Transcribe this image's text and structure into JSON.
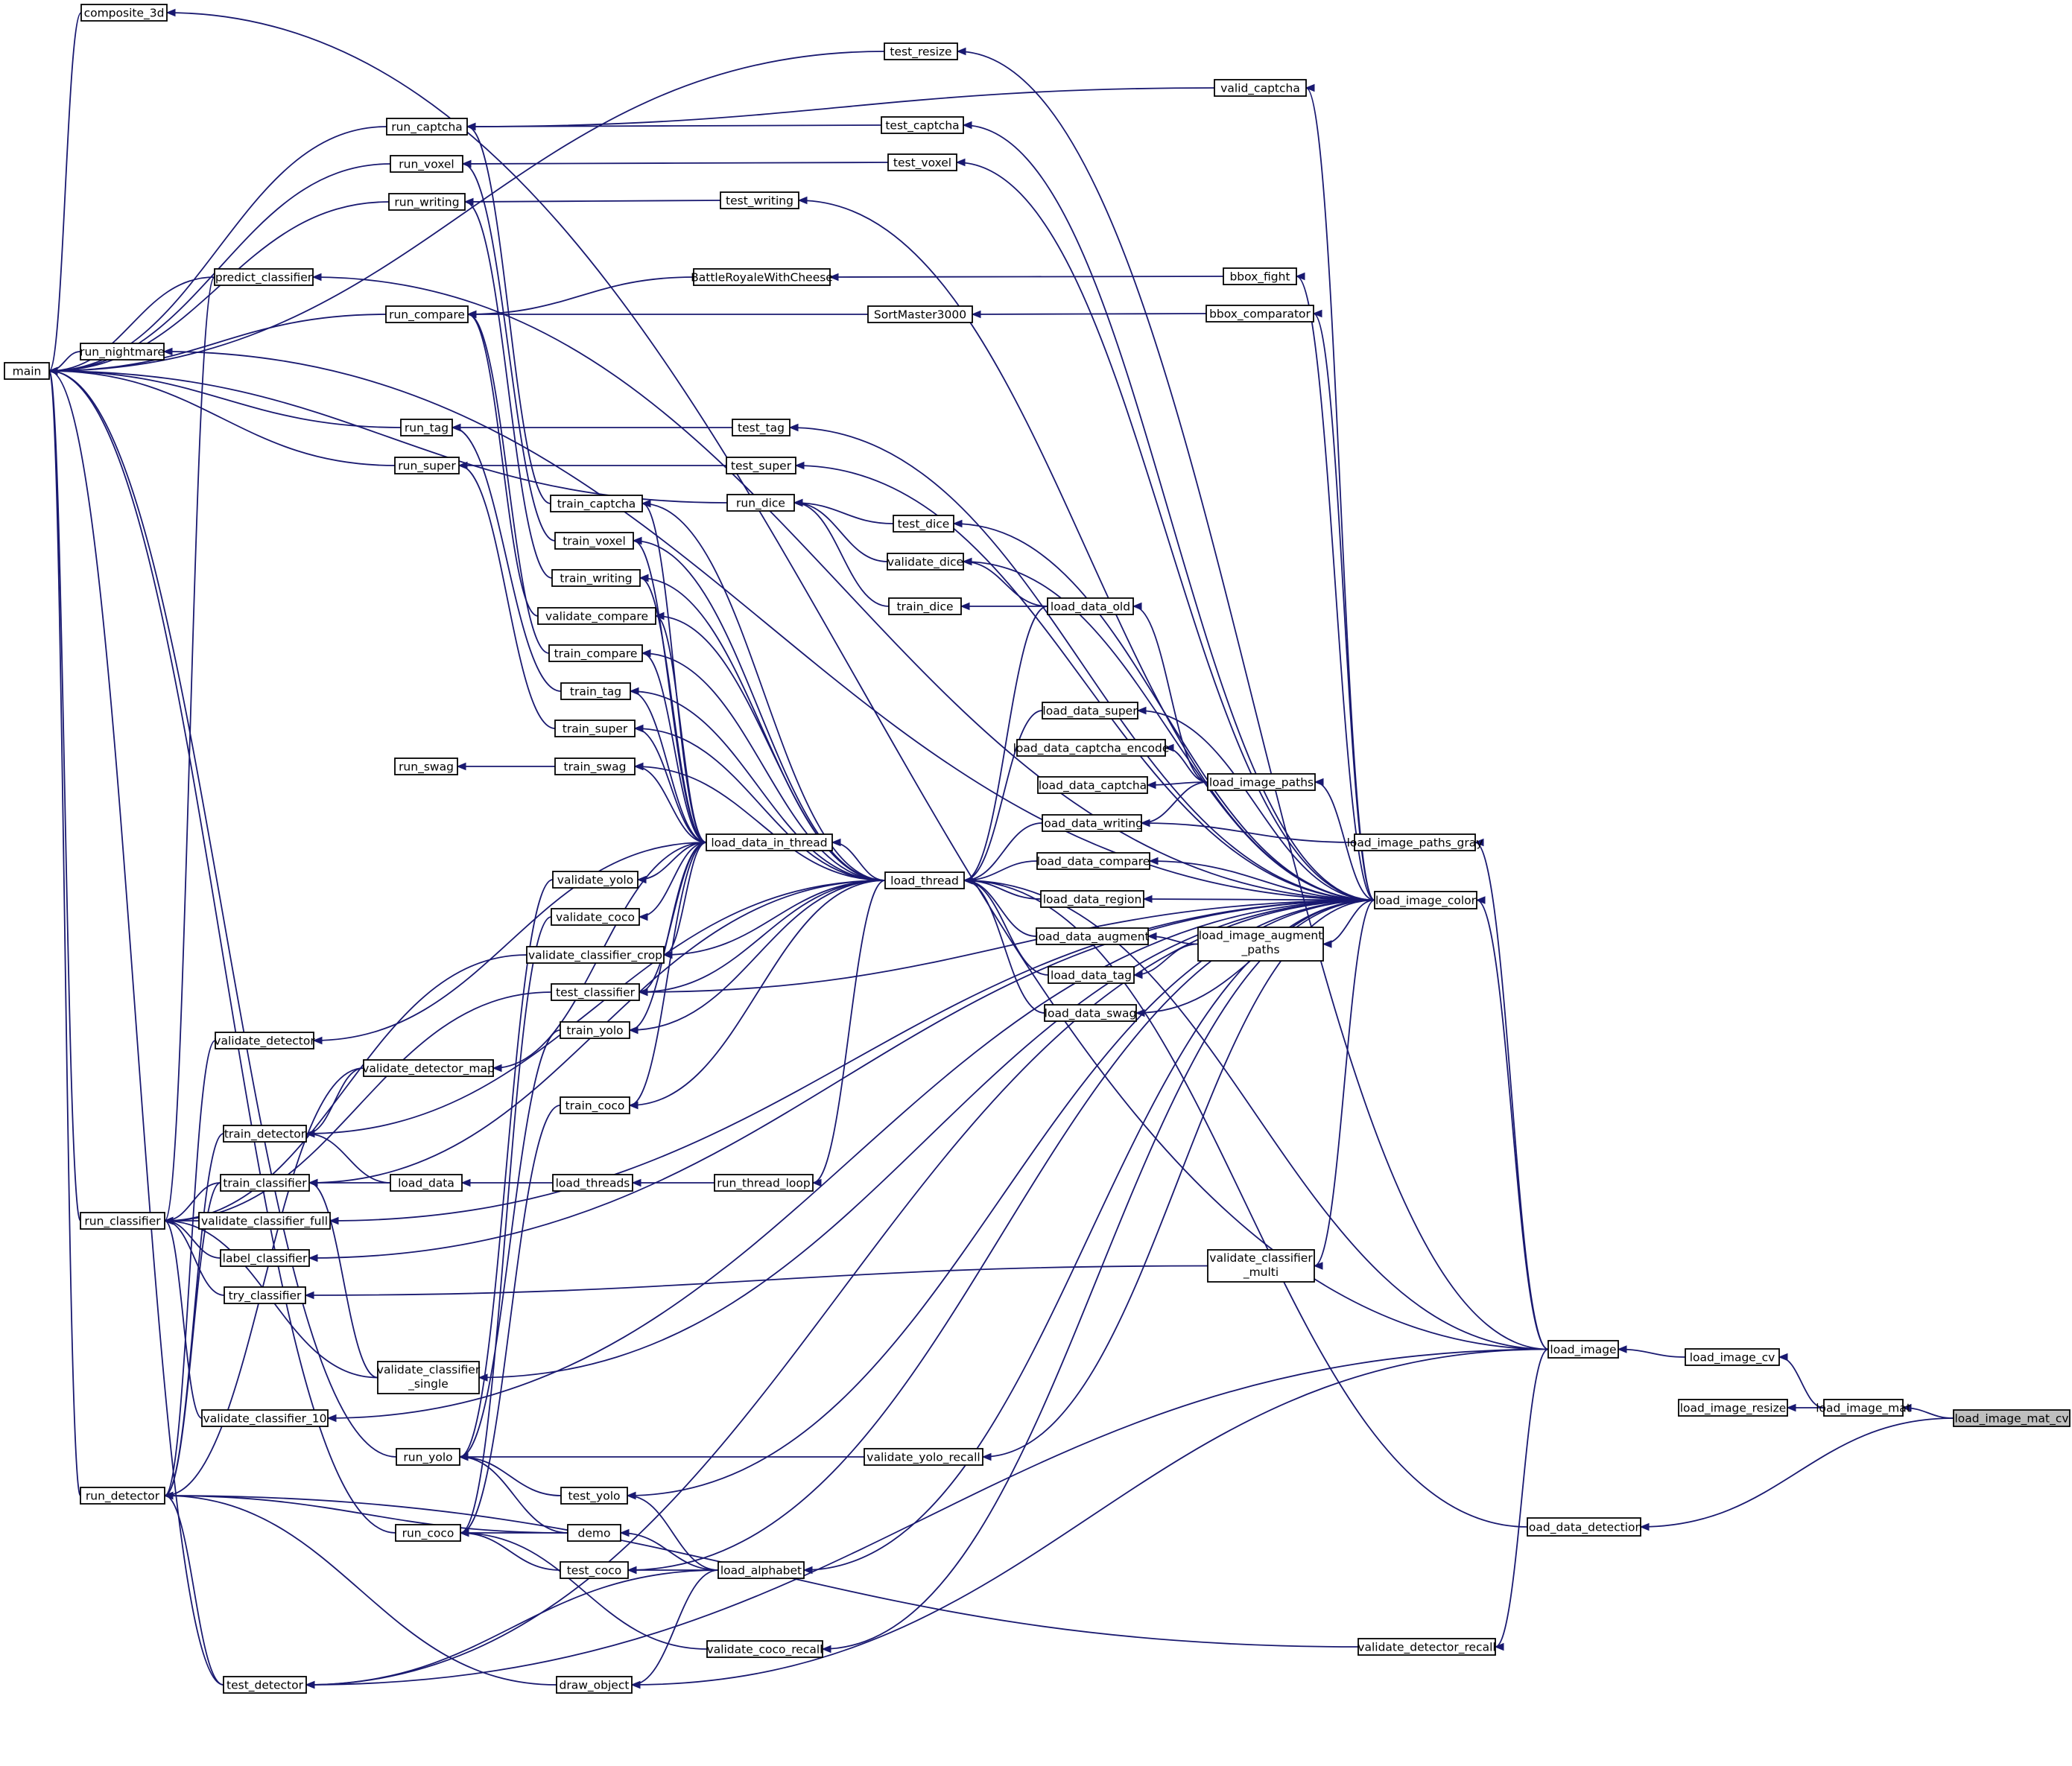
{
  "diagram": {
    "type": "call-graph",
    "focus_node": "load_image_mat_cv",
    "colors": {
      "edge": "#191970",
      "node_border": "#000000",
      "node_fill": "#ffffff",
      "focus_fill": "#bfbfbf"
    },
    "nodes": [
      {
        "id": "load_image_mat_cv",
        "label": "load_image_mat_cv"
      },
      {
        "id": "load_image_mat",
        "label": "load_image_mat"
      },
      {
        "id": "load_image_resize",
        "label": "load_image_resize"
      },
      {
        "id": "load_image_cv",
        "label": "load_image_cv"
      },
      {
        "id": "load_image",
        "label": "load_image"
      },
      {
        "id": "load_data_detection",
        "label": "load_data_detection"
      },
      {
        "id": "validate_detector_recall",
        "label": "validate_detector_recall"
      },
      {
        "id": "load_image_color",
        "label": "load_image_color"
      },
      {
        "id": "load_image_paths_gray",
        "label": "load_image_paths_gray"
      },
      {
        "id": "composite_3d",
        "label": "composite_3d"
      },
      {
        "id": "test_resize",
        "label": "test_resize"
      },
      {
        "id": "valid_captcha",
        "label": "valid_captcha"
      },
      {
        "id": "test_captcha",
        "label": "test_captcha"
      },
      {
        "id": "test_voxel",
        "label": "test_voxel"
      },
      {
        "id": "test_writing",
        "label": "test_writing"
      },
      {
        "id": "bbox_fight",
        "label": "bbox_fight"
      },
      {
        "id": "bbox_comparator",
        "label": "bbox_comparator"
      },
      {
        "id": "BattleRoyaleWithCheese",
        "label": "BattleRoyaleWithCheese"
      },
      {
        "id": "SortMaster3000",
        "label": "SortMaster3000"
      },
      {
        "id": "test_tag",
        "label": "test_tag"
      },
      {
        "id": "test_super",
        "label": "test_super"
      },
      {
        "id": "run_dice",
        "label": "run_dice"
      },
      {
        "id": "test_dice",
        "label": "test_dice"
      },
      {
        "id": "validate_dice",
        "label": "validate_dice"
      },
      {
        "id": "train_dice",
        "label": "train_dice"
      },
      {
        "id": "load_data_old",
        "label": "load_data_old"
      },
      {
        "id": "load_data_super",
        "label": "load_data_super"
      },
      {
        "id": "load_data_captcha_encode",
        "label": "load_data_captcha_encode"
      },
      {
        "id": "load_data_captcha",
        "label": "load_data_captcha"
      },
      {
        "id": "load_image_paths",
        "label": "load_image_paths"
      },
      {
        "id": "load_data_writing",
        "label": "load_data_writing"
      },
      {
        "id": "load_data_compare",
        "label": "load_data_compare"
      },
      {
        "id": "load_data_region",
        "label": "load_data_region"
      },
      {
        "id": "load_data_augment",
        "label": "load_data_augment"
      },
      {
        "id": "load_image_augment_paths",
        "label": "load_image_augment\n_paths"
      },
      {
        "id": "load_data_tag",
        "label": "load_data_tag"
      },
      {
        "id": "load_data_swag",
        "label": "load_data_swag"
      },
      {
        "id": "load_thread",
        "label": "load_thread"
      },
      {
        "id": "load_data_in_thread",
        "label": "load_data_in_thread"
      },
      {
        "id": "run_thread_loop",
        "label": "run_thread_loop"
      },
      {
        "id": "load_threads",
        "label": "load_threads"
      },
      {
        "id": "load_data",
        "label": "load_data"
      },
      {
        "id": "main",
        "label": "main"
      },
      {
        "id": "run_captcha",
        "label": "run_captcha"
      },
      {
        "id": "run_voxel",
        "label": "run_voxel"
      },
      {
        "id": "run_writing",
        "label": "run_writing"
      },
      {
        "id": "predict_classifier",
        "label": "predict_classifier"
      },
      {
        "id": "run_compare",
        "label": "run_compare"
      },
      {
        "id": "run_nightmare",
        "label": "run_nightmare"
      },
      {
        "id": "run_tag",
        "label": "run_tag"
      },
      {
        "id": "run_super",
        "label": "run_super"
      },
      {
        "id": "train_captcha",
        "label": "train_captcha"
      },
      {
        "id": "train_voxel",
        "label": "train_voxel"
      },
      {
        "id": "train_writing",
        "label": "train_writing"
      },
      {
        "id": "validate_compare",
        "label": "validate_compare"
      },
      {
        "id": "train_compare",
        "label": "train_compare"
      },
      {
        "id": "train_tag",
        "label": "train_tag"
      },
      {
        "id": "train_super",
        "label": "train_super"
      },
      {
        "id": "run_swag",
        "label": "run_swag"
      },
      {
        "id": "train_swag",
        "label": "train_swag"
      },
      {
        "id": "validate_yolo",
        "label": "validate_yolo"
      },
      {
        "id": "validate_coco",
        "label": "validate_coco"
      },
      {
        "id": "validate_classifier_crop",
        "label": "validate_classifier_crop"
      },
      {
        "id": "test_classifier",
        "label": "test_classifier"
      },
      {
        "id": "train_yolo",
        "label": "train_yolo"
      },
      {
        "id": "validate_detector",
        "label": "validate_detector"
      },
      {
        "id": "validate_detector_map",
        "label": "validate_detector_map"
      },
      {
        "id": "train_coco",
        "label": "train_coco"
      },
      {
        "id": "train_detector",
        "label": "train_detector"
      },
      {
        "id": "train_classifier",
        "label": "train_classifier"
      },
      {
        "id": "run_classifier",
        "label": "run_classifier"
      },
      {
        "id": "validate_classifier_full",
        "label": "validate_classifier_full"
      },
      {
        "id": "label_classifier",
        "label": "label_classifier"
      },
      {
        "id": "try_classifier",
        "label": "try_classifier"
      },
      {
        "id": "validate_classifier_multi",
        "label": "validate_classifier\n_multi"
      },
      {
        "id": "validate_classifier_single",
        "label": "validate_classifier\n_single"
      },
      {
        "id": "validate_classifier_10",
        "label": "validate_classifier_10"
      },
      {
        "id": "run_yolo",
        "label": "run_yolo"
      },
      {
        "id": "validate_yolo_recall",
        "label": "validate_yolo_recall"
      },
      {
        "id": "run_detector",
        "label": "run_detector"
      },
      {
        "id": "test_yolo",
        "label": "test_yolo"
      },
      {
        "id": "demo",
        "label": "demo"
      },
      {
        "id": "run_coco",
        "label": "run_coco"
      },
      {
        "id": "load_alphabet",
        "label": "load_alphabet"
      },
      {
        "id": "test_coco",
        "label": "test_coco"
      },
      {
        "id": "validate_coco_recall",
        "label": "validate_coco_recall"
      },
      {
        "id": "test_detector",
        "label": "test_detector"
      },
      {
        "id": "draw_object",
        "label": "draw_object"
      }
    ],
    "edges": [
      [
        "load_image_mat_cv",
        "load_image_mat"
      ],
      [
        "load_image_mat",
        "load_image_resize"
      ],
      [
        "load_image_mat",
        "load_image_cv"
      ],
      [
        "load_image_cv",
        "load_image"
      ],
      [
        "load_image_mat_cv",
        "load_data_detection"
      ],
      [
        "load_data_detection",
        "load_thread"
      ],
      [
        "load_image",
        "load_image_color"
      ],
      [
        "load_image",
        "load_thread"
      ],
      [
        "load_image",
        "validate_detector_recall"
      ],
      [
        "load_image",
        "draw_object"
      ],
      [
        "load_image",
        "test_detector"
      ],
      [
        "load_image",
        "composite_3d"
      ],
      [
        "load_image",
        "test_resize"
      ],
      [
        "load_image",
        "load_image_paths_gray"
      ],
      [
        "validate_detector_recall",
        "run_detector"
      ],
      [
        "load_image_paths_gray",
        "load_data_writing"
      ],
      [
        "load_image_color",
        "valid_captcha"
      ],
      [
        "load_image_color",
        "test_captcha"
      ],
      [
        "load_image_color",
        "test_voxel"
      ],
      [
        "load_image_color",
        "test_writing"
      ],
      [
        "load_image_color",
        "predict_classifier"
      ],
      [
        "load_image_color",
        "bbox_fight"
      ],
      [
        "load_image_color",
        "bbox_comparator"
      ],
      [
        "load_image_color",
        "run_nightmare"
      ],
      [
        "load_image_color",
        "test_tag"
      ],
      [
        "load_image_color",
        "test_super"
      ],
      [
        "load_image_color",
        "test_dice"
      ],
      [
        "load_image_color",
        "validate_dice"
      ],
      [
        "load_image_color",
        "load_data_super"
      ],
      [
        "load_image_color",
        "load_image_paths"
      ],
      [
        "load_image_color",
        "load_data_compare"
      ],
      [
        "load_image_color",
        "load_data_region"
      ],
      [
        "load_image_color",
        "load_image_augment_paths"
      ],
      [
        "load_image_color",
        "load_data_swag"
      ],
      [
        "load_image_color",
        "test_classifier"
      ],
      [
        "load_image_color",
        "validate_classifier_full"
      ],
      [
        "load_image_color",
        "label_classifier"
      ],
      [
        "load_image_color",
        "validate_classifier_multi"
      ],
      [
        "load_image_color",
        "validate_classifier_single"
      ],
      [
        "load_image_color",
        "validate_classifier_10"
      ],
      [
        "load_image_color",
        "validate_yolo_recall"
      ],
      [
        "load_image_color",
        "test_yolo"
      ],
      [
        "load_image_color",
        "load_alphabet"
      ],
      [
        "load_image_color",
        "test_coco"
      ],
      [
        "load_image_color",
        "validate_coco_recall"
      ],
      [
        "load_image_color",
        "test_detector"
      ],
      [
        "load_image_paths",
        "load_data_old"
      ],
      [
        "load_image_paths",
        "load_data_captcha_encode"
      ],
      [
        "load_image_paths",
        "load_data_captcha"
      ],
      [
        "load_image_paths",
        "load_data_writing"
      ],
      [
        "load_image_augment_paths",
        "load_data_augment"
      ],
      [
        "load_image_augment_paths",
        "load_data_tag"
      ],
      [
        "load_data_old",
        "load_thread"
      ],
      [
        "load_data_old",
        "train_dice"
      ],
      [
        "load_data_old",
        "validate_dice"
      ],
      [
        "load_data_super",
        "load_thread"
      ],
      [
        "load_data_writing",
        "load_thread"
      ],
      [
        "load_data_compare",
        "load_thread"
      ],
      [
        "load_data_region",
        "load_thread"
      ],
      [
        "load_data_augment",
        "load_thread"
      ],
      [
        "load_data_tag",
        "load_thread"
      ],
      [
        "load_data_swag",
        "load_thread"
      ],
      [
        "load_thread",
        "load_data_in_thread"
      ],
      [
        "load_thread",
        "run_thread_loop"
      ],
      [
        "load_thread",
        "train_captcha"
      ],
      [
        "load_thread",
        "train_voxel"
      ],
      [
        "load_thread",
        "train_writing"
      ],
      [
        "load_thread",
        "validate_compare"
      ],
      [
        "load_thread",
        "train_compare"
      ],
      [
        "load_thread",
        "train_tag"
      ],
      [
        "load_thread",
        "train_super"
      ],
      [
        "load_thread",
        "train_swag"
      ],
      [
        "load_thread",
        "validate_classifier_crop"
      ],
      [
        "load_thread",
        "test_classifier"
      ],
      [
        "load_thread",
        "train_yolo"
      ],
      [
        "load_thread",
        "train_coco"
      ],
      [
        "load_thread",
        "train_detector"
      ],
      [
        "load_thread",
        "train_classifier"
      ],
      [
        "run_thread_loop",
        "load_threads"
      ],
      [
        "load_threads",
        "load_data"
      ],
      [
        "load_data",
        "train_detector"
      ],
      [
        "load_data",
        "train_classifier"
      ],
      [
        "load_data_in_thread",
        "train_captcha"
      ],
      [
        "load_data_in_thread",
        "train_voxel"
      ],
      [
        "load_data_in_thread",
        "train_writing"
      ],
      [
        "load_data_in_thread",
        "validate_compare"
      ],
      [
        "load_data_in_thread",
        "train_compare"
      ],
      [
        "load_data_in_thread",
        "train_tag"
      ],
      [
        "load_data_in_thread",
        "train_super"
      ],
      [
        "load_data_in_thread",
        "train_swag"
      ],
      [
        "load_data_in_thread",
        "validate_yolo"
      ],
      [
        "load_data_in_thread",
        "validate_coco"
      ],
      [
        "load_data_in_thread",
        "validate_classifier_crop"
      ],
      [
        "load_data_in_thread",
        "test_classifier"
      ],
      [
        "load_data_in_thread",
        "train_yolo"
      ],
      [
        "load_data_in_thread",
        "train_coco"
      ],
      [
        "load_data_in_thread",
        "validate_detector"
      ],
      [
        "load_data_in_thread",
        "validate_detector_map"
      ],
      [
        "composite_3d",
        "main"
      ],
      [
        "test_resize",
        "main"
      ],
      [
        "valid_captcha",
        "run_captcha"
      ],
      [
        "test_captcha",
        "run_captcha"
      ],
      [
        "test_voxel",
        "run_voxel"
      ],
      [
        "test_writing",
        "run_writing"
      ],
      [
        "bbox_fight",
        "BattleRoyaleWithCheese"
      ],
      [
        "bbox_comparator",
        "SortMaster3000"
      ],
      [
        "BattleRoyaleWithCheese",
        "run_compare"
      ],
      [
        "SortMaster3000",
        "run_compare"
      ],
      [
        "test_tag",
        "run_tag"
      ],
      [
        "test_super",
        "run_super"
      ],
      [
        "test_dice",
        "run_dice"
      ],
      [
        "validate_dice",
        "run_dice"
      ],
      [
        "train_dice",
        "run_dice"
      ],
      [
        "run_dice",
        "main"
      ],
      [
        "run_captcha",
        "main"
      ],
      [
        "run_voxel",
        "main"
      ],
      [
        "run_writing",
        "main"
      ],
      [
        "predict_classifier",
        "main"
      ],
      [
        "predict_classifier",
        "run_classifier"
      ],
      [
        "run_compare",
        "main"
      ],
      [
        "run_nightmare",
        "main"
      ],
      [
        "run_tag",
        "main"
      ],
      [
        "run_super",
        "main"
      ],
      [
        "train_captcha",
        "run_captcha"
      ],
      [
        "train_voxel",
        "run_voxel"
      ],
      [
        "train_writing",
        "run_writing"
      ],
      [
        "validate_compare",
        "run_compare"
      ],
      [
        "train_compare",
        "run_compare"
      ],
      [
        "train_tag",
        "run_tag"
      ],
      [
        "train_super",
        "run_super"
      ],
      [
        "train_swag",
        "run_swag"
      ],
      [
        "validate_yolo",
        "run_yolo"
      ],
      [
        "validate_coco",
        "run_coco"
      ],
      [
        "validate_classifier_crop",
        "run_classifier"
      ],
      [
        "test_classifier",
        "run_classifier"
      ],
      [
        "train_yolo",
        "run_yolo"
      ],
      [
        "train_coco",
        "run_coco"
      ],
      [
        "validate_detector",
        "run_detector"
      ],
      [
        "validate_detector_map",
        "train_detector"
      ],
      [
        "validate_detector_map",
        "run_detector"
      ],
      [
        "train_detector",
        "run_detector"
      ],
      [
        "train_classifier",
        "run_classifier"
      ],
      [
        "train_classifier",
        "run_detector"
      ],
      [
        "validate_classifier_full",
        "run_classifier"
      ],
      [
        "label_classifier",
        "run_classifier"
      ],
      [
        "try_classifier",
        "run_classifier"
      ],
      [
        "validate_classifier_multi",
        "try_classifier"
      ],
      [
        "validate_classifier_single",
        "train_classifier"
      ],
      [
        "validate_classifier_single",
        "run_classifier"
      ],
      [
        "validate_classifier_10",
        "run_classifier"
      ],
      [
        "run_classifier",
        "main"
      ],
      [
        "run_detector",
        "main"
      ],
      [
        "run_yolo",
        "main"
      ],
      [
        "run_coco",
        "main"
      ],
      [
        "validate_yolo_recall",
        "run_yolo"
      ],
      [
        "test_yolo",
        "run_yolo"
      ],
      [
        "demo",
        "run_yolo"
      ],
      [
        "demo",
        "run_coco"
      ],
      [
        "demo",
        "run_detector"
      ],
      [
        "load_alphabet",
        "test_yolo"
      ],
      [
        "load_alphabet",
        "demo"
      ],
      [
        "load_alphabet",
        "test_coco"
      ],
      [
        "load_alphabet",
        "test_detector"
      ],
      [
        "load_alphabet",
        "draw_object"
      ],
      [
        "test_coco",
        "run_coco"
      ],
      [
        "validate_coco_recall",
        "run_coco"
      ],
      [
        "draw_object",
        "run_detector"
      ],
      [
        "test_detector",
        "run_detector"
      ],
      [
        "test_detector",
        "main"
      ]
    ]
  }
}
